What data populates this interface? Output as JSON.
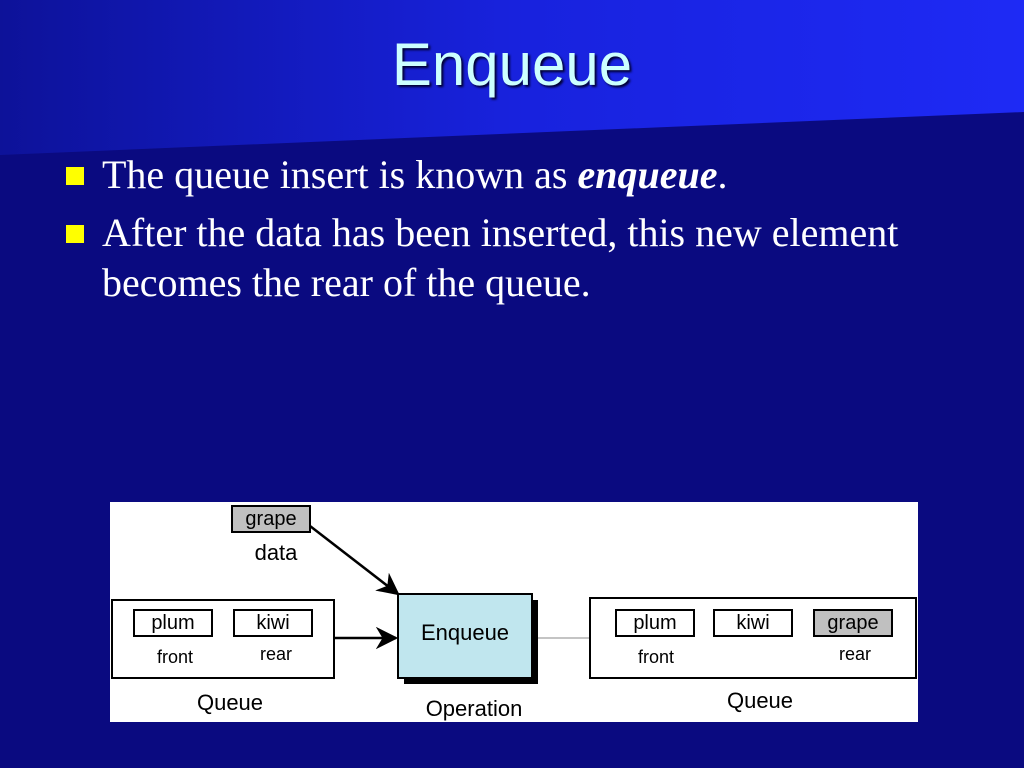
{
  "slide": {
    "title": "Enqueue",
    "bullets": [
      {
        "text_before": "The queue insert is known as ",
        "emphasis": "enqueue",
        "text_after": "."
      },
      {
        "text": "After the data has been inserted, this new element becomes the rear of the queue."
      }
    ]
  },
  "diagram": {
    "data_item": "grape",
    "data_label": "data",
    "operation_name": "Enqueue",
    "operation_label": "Operation",
    "queue_before": {
      "items": [
        "plum",
        "kiwi"
      ],
      "front_label": "front",
      "rear_label": "rear",
      "label": "Queue"
    },
    "queue_after": {
      "items": [
        "plum",
        "kiwi",
        "grape"
      ],
      "front_label": "front",
      "rear_label": "rear",
      "label": "Queue"
    }
  },
  "colors": {
    "background": "#0a0a80",
    "title_band": "#1a22ee",
    "title_text": "#ccffff",
    "bullet_marker": "#ffff00",
    "operation_box": "#c0e6ee",
    "new_item_fill": "#c0c0c0"
  }
}
